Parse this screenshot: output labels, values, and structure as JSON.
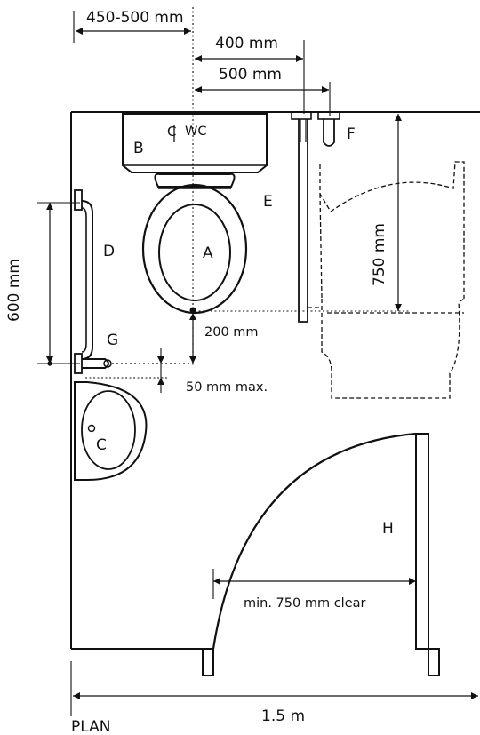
{
  "labels": {
    "dim_450_500": "450-500 mm",
    "dim_400": "400 mm",
    "dim_500": "500 mm",
    "dim_750": "750 mm",
    "dim_200": "200 mm",
    "dim_600": "600 mm",
    "dim_50": "50 mm max.",
    "dim_clear": "min. 750 mm clear",
    "dim_width": "1.5 m",
    "plan": "PLAN",
    "wc": "WC",
    "A": "A",
    "B": "B",
    "C": "C",
    "D": "D",
    "E": "E",
    "F": "F",
    "G": "G",
    "H": "H"
  }
}
